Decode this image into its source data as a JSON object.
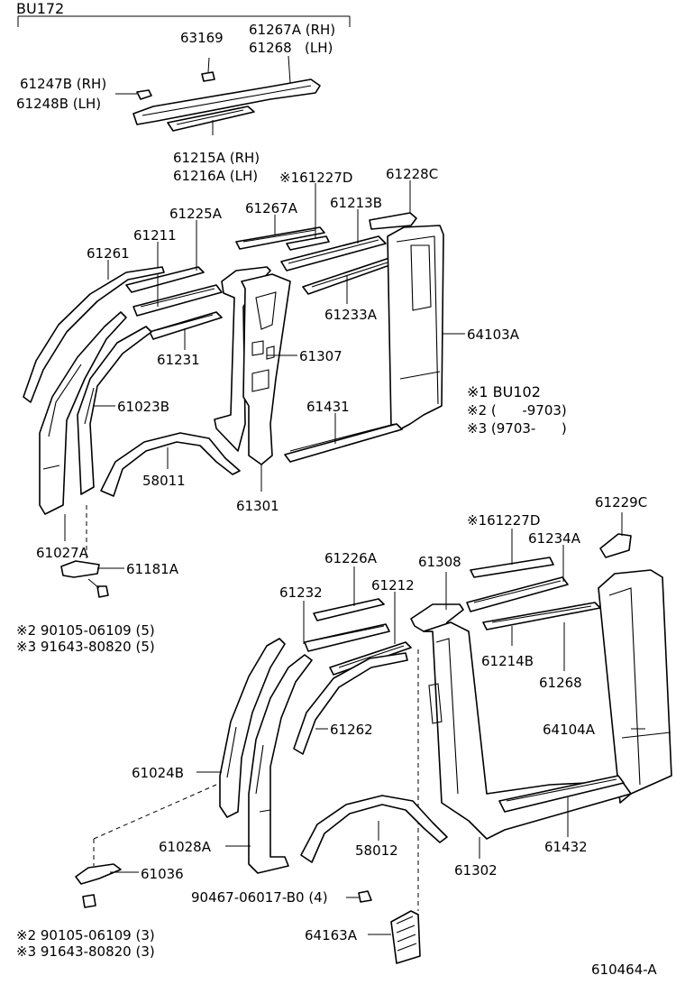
{
  "header": {
    "group_code": "BU172"
  },
  "footer": {
    "figure_code": "610464-A"
  },
  "notes": {
    "note1": "※1 BU102",
    "note2": "※2 (      -9703)",
    "note3": "※3 (9703-      )"
  },
  "labels": {
    "p63169": "63169",
    "p61267A_RH": "61267A (RH)",
    "p61268_LH": "61268   (LH)",
    "p61247B_RH": "61247B (RH)",
    "p61248B_LH": "61248B (LH)",
    "p61215A_RH": "61215A (RH)",
    "p61216A_LH": "61216A (LH)",
    "p61227D_top": "※161227D",
    "p61228C": "61228C",
    "p61225A": "61225A",
    "p61267A": "61267A",
    "p61213B": "61213B",
    "p61211": "61211",
    "p61261": "61261",
    "p61233A": "61233A",
    "p64103A": "64103A",
    "p61307": "61307",
    "p61231": "61231",
    "p61023B": "61023B",
    "p61431": "61431",
    "p58011": "58011",
    "p61301": "61301",
    "p61027A": "61027A",
    "p61181A": "61181A",
    "bolt_upper_2": "※2 90105-06109 (5)",
    "bolt_upper_3": "※3 91643-80820 (5)",
    "p61229C": "61229C",
    "p61227D_bottom": "※161227D",
    "p61234A": "61234A",
    "p61226A": "61226A",
    "p61308": "61308",
    "p61232": "61232",
    "p61212": "61212",
    "p61214B": "61214B",
    "p61268": "61268",
    "p64104A": "64104A",
    "p61262": "61262",
    "p61024B": "61024B",
    "p61028A": "61028A",
    "p58012": "58012",
    "p61302": "61302",
    "p61432": "61432",
    "p61036": "61036",
    "clip_90467": "90467-06017-B0 (4)",
    "p64163A": "64163A",
    "bolt_lower_2": "※2 90105-06109 (3)",
    "bolt_lower_3": "※3 91643-80820 (3)"
  }
}
